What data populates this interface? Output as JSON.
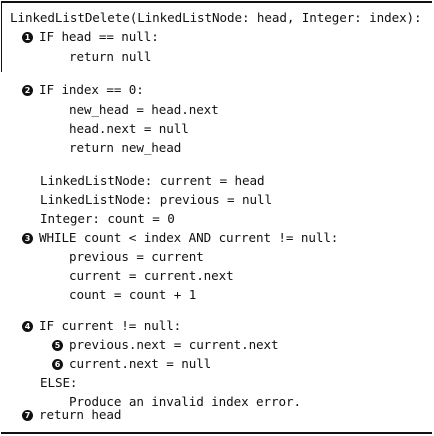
{
  "document": {
    "header": "LinkedListDelete(LinkedListNode: head, Integer: index):",
    "lines": [
      {
        "badge": "1",
        "text": "IF head == null:"
      },
      {
        "text": "return null"
      },
      {
        "badge": "2",
        "text": "IF index == 0:"
      },
      {
        "text": "new_head = head.next"
      },
      {
        "text": "head.next = null"
      },
      {
        "text": "return new_head"
      },
      {
        "text": "LinkedListNode: current = head"
      },
      {
        "text": "LinkedListNode: previous = null"
      },
      {
        "text": "Integer: count = 0"
      },
      {
        "badge": "3",
        "text": "WHILE count < index AND current != null:"
      },
      {
        "text": "previous = current"
      },
      {
        "text": "current = current.next"
      },
      {
        "text": "count = count + 1"
      },
      {
        "badge": "4",
        "text": "IF current != null:"
      },
      {
        "badge": "5",
        "text": "previous.next = current.next"
      },
      {
        "badge": "6",
        "text": "current.next = null"
      },
      {
        "text": "ELSE:"
      },
      {
        "text": "Produce an invalid index error."
      },
      {
        "badge": "7",
        "text": "return head"
      }
    ]
  }
}
